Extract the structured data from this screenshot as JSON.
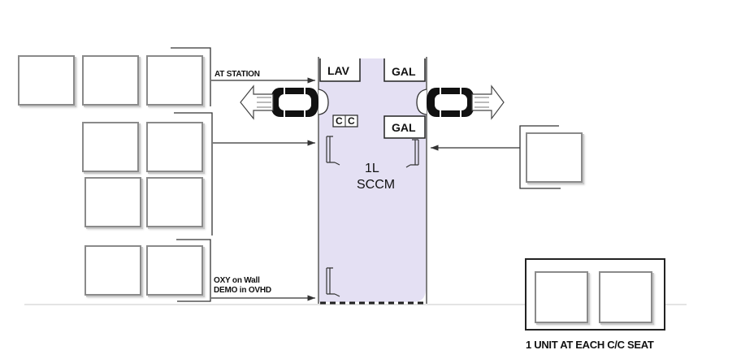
{
  "labels": {
    "at_station": "AT STATION",
    "oxy_on_wall": "OXY on Wall",
    "demo_in_ovhd": "DEMO in OVHD",
    "unit_each_seat": "1 UNIT AT EACH C/C SEAT"
  },
  "cabin": {
    "lav": "LAV",
    "gal_top": "GAL",
    "gal_mid": "GAL",
    "cc_1": "C",
    "cc_2": "C",
    "station_code": "1L",
    "station_name": "SCCM"
  },
  "colors": {
    "cabin_fill": "#e4e0f3",
    "outline": "#4a4a4a",
    "box_border": "#8a8a8a"
  }
}
